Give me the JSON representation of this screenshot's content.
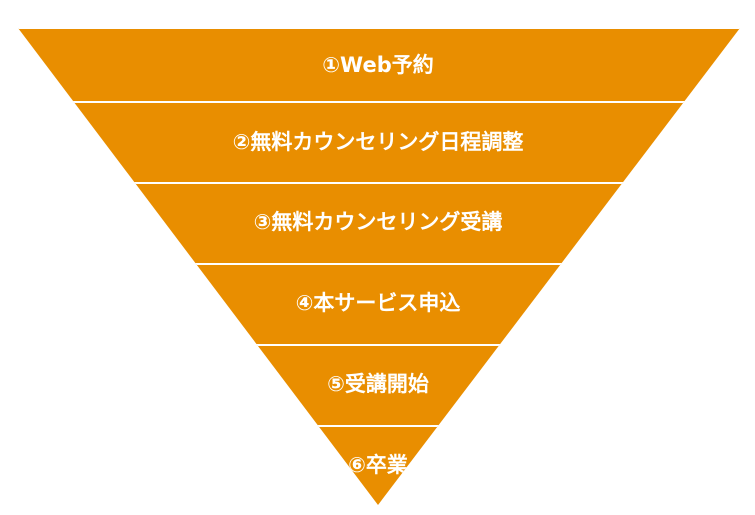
{
  "diagram": {
    "type": "inverted-funnel",
    "colors": {
      "fill": "#E98E00",
      "divider": "#FFFFFF",
      "text": "#FFFFFF"
    },
    "stages": [
      {
        "label": "①Web予約"
      },
      {
        "label": "②無料カウンセリング日程調整"
      },
      {
        "label": "③無料カウンセリング受講"
      },
      {
        "label": "④本サービス申込"
      },
      {
        "label": "⑤受講開始"
      },
      {
        "label": "⑥卒業"
      }
    ]
  }
}
